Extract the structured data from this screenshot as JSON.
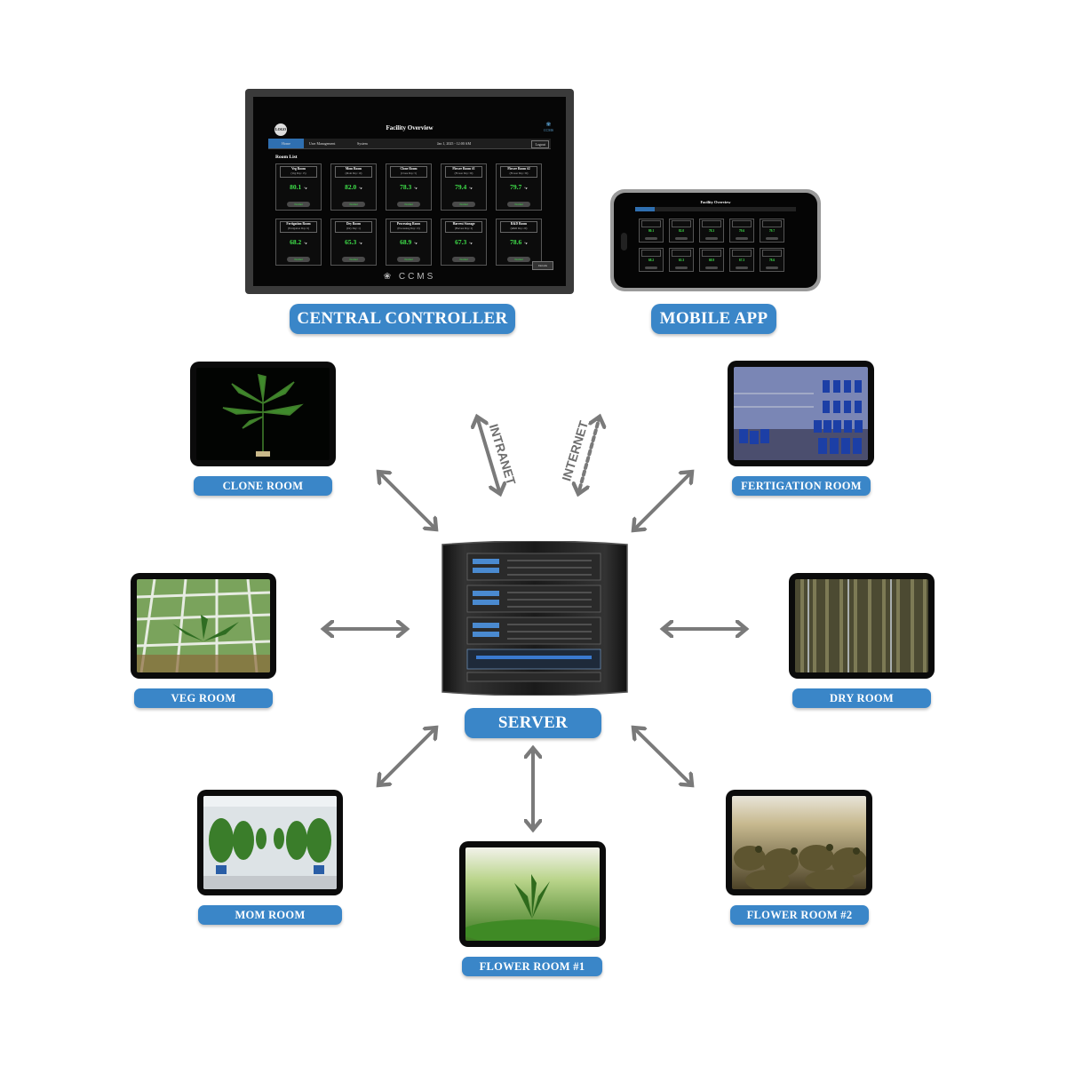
{
  "labels": {
    "central_controller": "CENTRAL CONTROLLER",
    "mobile_app": "MOBILE APP",
    "server": "SERVER",
    "intranet": "INTRANET",
    "internet": "INTERNET"
  },
  "rooms": {
    "clone": "CLONE ROOM",
    "fertigation": "FERTIGATION ROOM",
    "veg": "VEG ROOM",
    "dry": "DRY ROOM",
    "mom": "MOM ROOM",
    "flower1": "FLOWER ROOM #1",
    "flower2": "FLOWER ROOM #2"
  },
  "controller_screen": {
    "title": "Facility Overview",
    "logo_text": "LOGO",
    "brand_small": "CCMS",
    "nav": {
      "home": "Home",
      "users": "User Management",
      "system": "System",
      "datetime": "Jan 1, 2025 - 12:00 AM",
      "logout": "Logout"
    },
    "room_list_label": "Room List",
    "cards": [
      {
        "name": "Veg Room",
        "sub": "(Veg Day: 15)",
        "value": "80.1",
        "unit": "°F",
        "status": "Normal"
      },
      {
        "name": "Mom Room",
        "sub": "(Mom Day: 10)",
        "value": "82.0",
        "unit": "°F",
        "status": "Normal"
      },
      {
        "name": "Clone Room",
        "sub": "(Clone Day: 5)",
        "value": "78.3",
        "unit": "°F",
        "status": "Normal"
      },
      {
        "name": "Flower Room #1",
        "sub": "(Flower Day: 30)",
        "value": "79.4",
        "unit": "°F",
        "status": "Normal"
      },
      {
        "name": "Flower Room #2",
        "sub": "(Flower Day: 30)",
        "value": "79.7",
        "unit": "°F",
        "status": "Normal"
      },
      {
        "name": "Fertigation Room",
        "sub": "(Fertigation Day: 6)",
        "value": "68.2",
        "unit": "°F",
        "status": "Normal"
      },
      {
        "name": "Dry Room",
        "sub": "(Dry Day: 1)",
        "value": "65.3",
        "unit": "°F",
        "status": "Normal"
      },
      {
        "name": "Processing Room",
        "sub": "(Processing Day: 13)",
        "value": "68.9",
        "unit": "°F",
        "status": "Normal"
      },
      {
        "name": "Harvest Storage",
        "sub": "(Harvest Day: 2)",
        "value": "67.3",
        "unit": "°F",
        "status": "Normal"
      },
      {
        "name": "R&D Room",
        "sub": "(R&D Day: 20)",
        "value": "78.6",
        "unit": "°F",
        "status": "Normal"
      }
    ],
    "details_button": "Details",
    "footer_brand": "CCMS"
  },
  "phone_screen": {
    "title": "Facility Overview",
    "values": [
      "80.1",
      "82.0",
      "78.3",
      "79.6",
      "79.7",
      "68.2",
      "65.3",
      "68.9",
      "67.3",
      "78.6"
    ]
  },
  "colors": {
    "pill_blue": "#3a86c8",
    "arrow_gray": "#7a7a7a",
    "value_green": "#3fe04a",
    "nav_blue": "#2f6fb0"
  }
}
